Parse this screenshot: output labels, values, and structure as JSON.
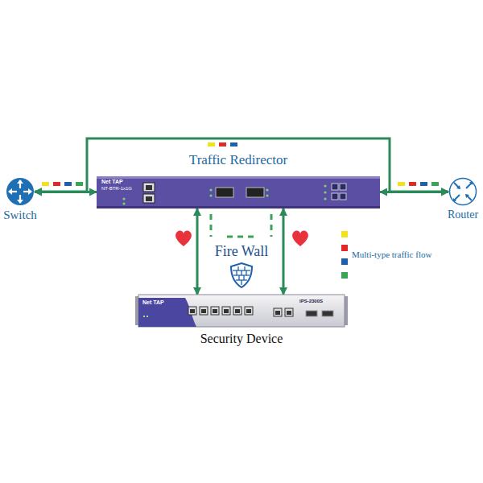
{
  "diagram": {
    "nodes": [
      {
        "text": [
          "Switch"
        ]
      },
      {
        "text": [
          "Traffic Redirector"
        ]
      },
      {
        "text": [
          "Router"
        ]
      },
      {
        "text": [
          "Fire Wall"
        ]
      },
      {
        "text": [
          "Security Device"
        ]
      }
    ],
    "edges": [
      {
        "from": 0,
        "to": 1,
        "arrow": "both"
      },
      {
        "from": 1,
        "to": 2,
        "arrow": "both"
      },
      {
        "from": 1,
        "to": 4,
        "arrow": "both"
      },
      {
        "from": 1,
        "to": 4,
        "arrow": "both"
      },
      {
        "from": 0,
        "to": 2,
        "arrow": "both"
      }
    ],
    "labels": [
      "Net TAP",
      "NT-BTR-1x1G",
      "Net TAP",
      "IPS-2300S"
    ],
    "legend": [
      {
        "text": "Multi-type traffic flow"
      }
    ]
  }
}
